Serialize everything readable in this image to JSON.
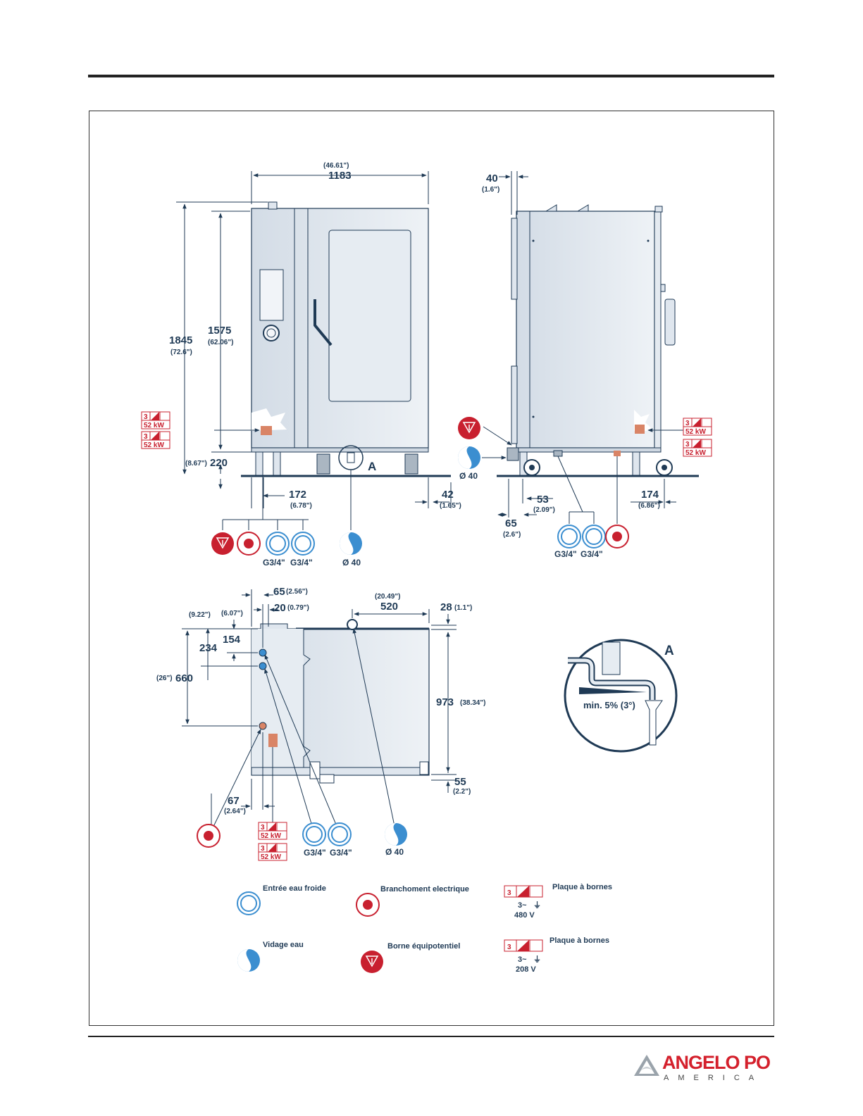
{
  "dims": {
    "width_in": "(46.61\")",
    "width_mm": "1183",
    "h1845": "1845",
    "h1845_in": "(72.6\")",
    "h1575": "1575",
    "h1575_in": "(62.06\")",
    "h220": "220",
    "h220_in": "(8.67\")",
    "d172": "172",
    "d172_in": "(6.78\")",
    "d42": "42",
    "d42_in": "(1.65\")",
    "d40": "40",
    "d40_in": "(1.6\")",
    "d53": "53",
    "d53_in": "(2.09\")",
    "d65": "65",
    "d65_in": "(2.6\")",
    "d174": "174",
    "d174_in": "(6.86\")",
    "t65": "65",
    "t65_in": "(2.56\")",
    "t20": "20",
    "t20_in": "(0.79\")",
    "t520_in": "(20.49\")",
    "t520": "520",
    "t28": "28",
    "t28_in": "(1.1\")",
    "t922_in": "(9.22\")",
    "t607_in": "(6.07\")",
    "t234": "234",
    "t154": "154",
    "t660_in": "(26\")",
    "t660": "660",
    "t973": "973",
    "t973_in": "(38.34\")",
    "t55": "55",
    "t55_in": "(2.2\")",
    "t67": "67",
    "t67_in": "(2.64\")"
  },
  "connections": {
    "g34": "G3/4\"",
    "drain": "Ø 40"
  },
  "plate": {
    "num": "3",
    "kw": "52 kW"
  },
  "detail": {
    "label": "A",
    "slope": "min. 5% (3°)"
  },
  "legend": {
    "cold_water": "Entrée eau froide",
    "electrical": "Branchoment electrique",
    "terminal1": "Plaque à bornes",
    "drain": "Vidage eau",
    "equipotential": "Borne équipotentiel",
    "terminal2": "Plaque à bornes",
    "phase": "3~",
    "v480": "480 V",
    "v208": "208 V"
  },
  "logo": {
    "brand": "ANGELO PO",
    "sub": "AMERICA"
  },
  "colors": {
    "red": "#c8202f",
    "blue": "#3b8ed0",
    "steel": "#dfe6ee",
    "line": "#1f3a55"
  }
}
